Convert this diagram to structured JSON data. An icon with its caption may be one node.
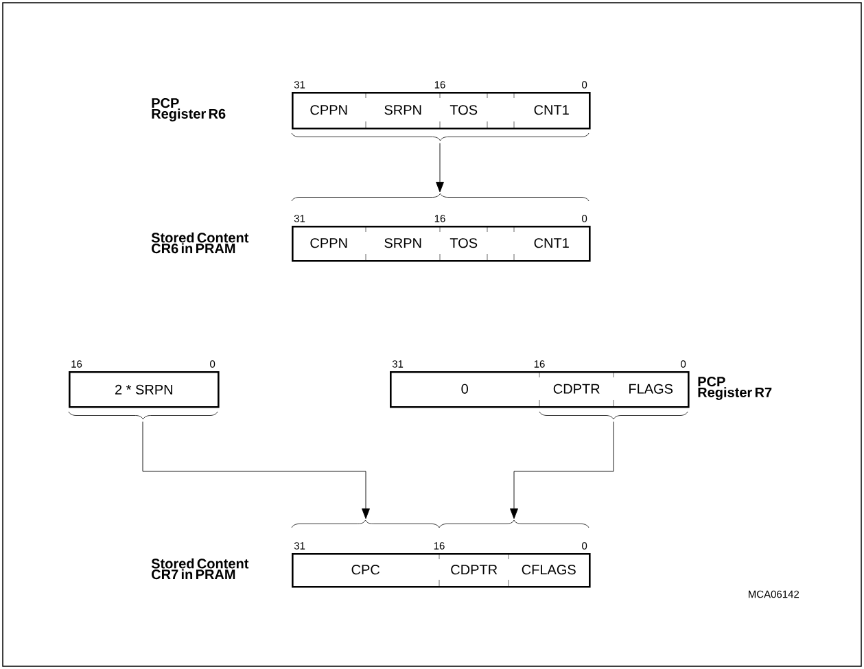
{
  "diagram": {
    "nodes": [
      {
        "text": [
          "PCP Register R6"
        ],
        "beside": [
          "31",
          "16",
          "0"
        ]
      },
      {
        "text": [
          "CPPN"
        ],
        "in": 0
      },
      {
        "text": [
          "SRPN"
        ],
        "in": 0
      },
      {
        "text": [
          "TOS"
        ],
        "in": 0
      },
      {
        "text": [
          "CNT1"
        ],
        "in": 0
      },
      {
        "text": [
          "Stored Content CR6 in PRAM"
        ],
        "beside": [
          "31",
          "16",
          "0"
        ]
      },
      {
        "text": [
          "CPPN"
        ],
        "in": 5
      },
      {
        "text": [
          "SRPN"
        ],
        "in": 5
      },
      {
        "text": [
          "TOS"
        ],
        "in": 5
      },
      {
        "text": [
          "CNT1"
        ],
        "in": 5
      },
      {
        "text": [
          "2 * SRPN"
        ],
        "beside": [
          "16",
          "0"
        ]
      },
      {
        "text": [
          "PCP Register R7"
        ],
        "beside": [
          "31",
          "16",
          "0"
        ]
      },
      {
        "text": [
          "0"
        ],
        "in": 11
      },
      {
        "text": [
          "CDPTR"
        ],
        "in": 11
      },
      {
        "text": [
          "FLAGS"
        ],
        "in": 11
      },
      {
        "text": [
          "Stored Content CR7 in PRAM"
        ],
        "beside": [
          "31",
          "16",
          "0"
        ]
      },
      {
        "text": [
          "CPC"
        ],
        "in": 15
      },
      {
        "text": [
          "CDPTR"
        ],
        "in": 15
      },
      {
        "text": [
          "CFLAGS"
        ],
        "in": 15
      }
    ],
    "edges": [
      {
        "from": 0,
        "to": 5,
        "arrow": "to"
      },
      {
        "from": 10,
        "to": 16,
        "arrow": "to"
      },
      {
        "from": 11,
        "to": 15,
        "arrow": "to"
      }
    ],
    "labels": [
      "MCA06142"
    ]
  }
}
